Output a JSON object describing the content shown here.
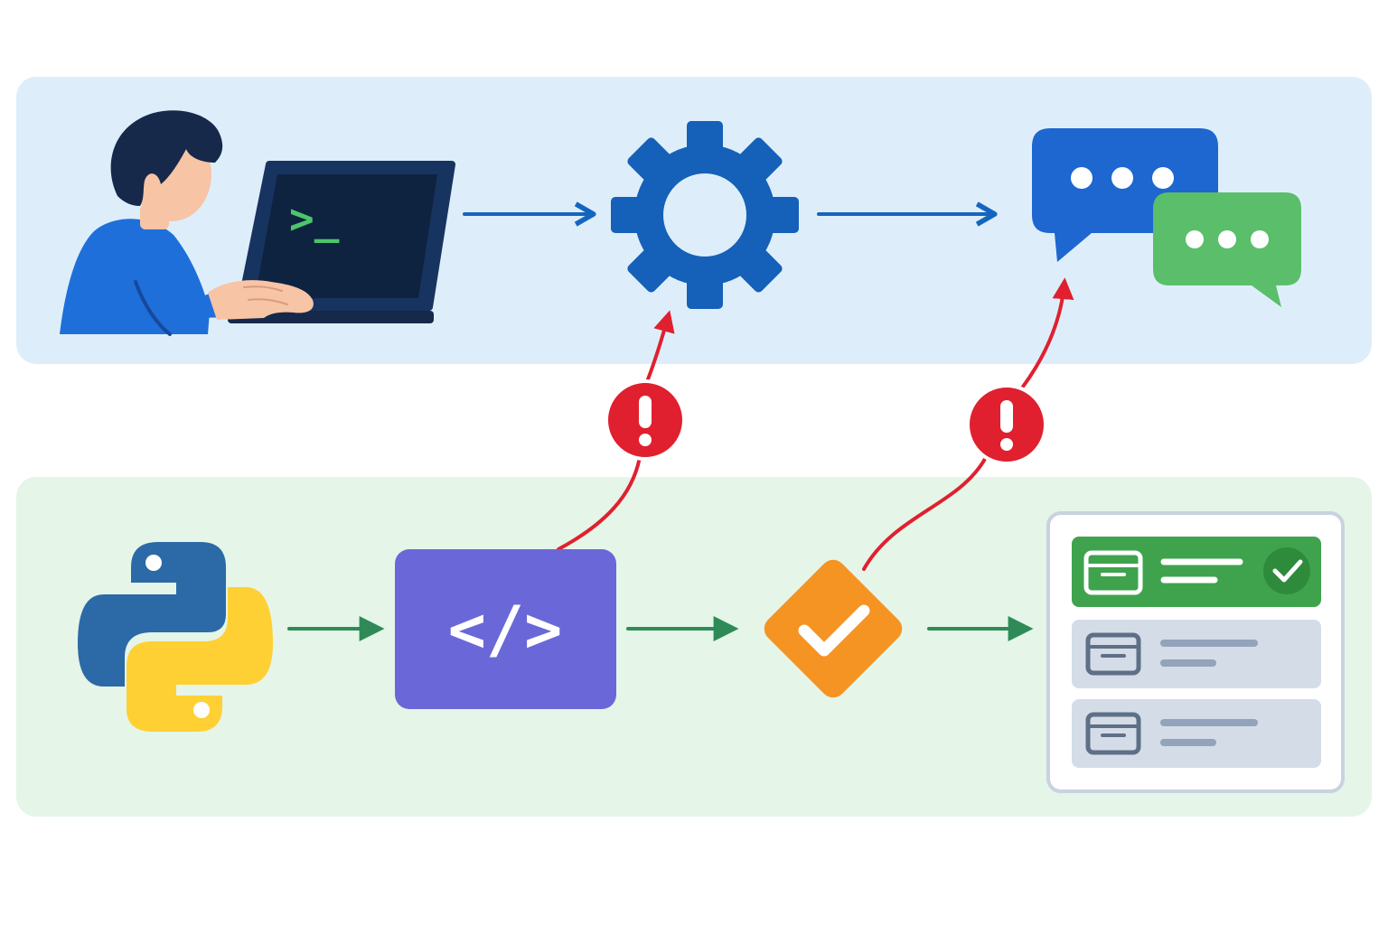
{
  "diagram": {
    "top_lane": {
      "steps": [
        {
          "id": "user",
          "icon": "user-at-laptop-icon"
        },
        {
          "id": "processing",
          "icon": "gear-icon"
        },
        {
          "id": "chat",
          "icon": "chat-bubbles-icon"
        }
      ],
      "terminal_prompt": ">_",
      "color": "#1565C0"
    },
    "bottom_lane": {
      "steps": [
        {
          "id": "python",
          "icon": "python-logo-icon"
        },
        {
          "id": "code",
          "icon": "code-icon",
          "label": "</>"
        },
        {
          "id": "validate",
          "icon": "checkmark-diamond-icon"
        },
        {
          "id": "results",
          "icon": "result-list-icon"
        }
      ],
      "color": "#2E8B57"
    },
    "alerts": [
      {
        "id": "alert-processing",
        "icon": "exclamation-icon"
      },
      {
        "id": "alert-chat",
        "icon": "exclamation-icon"
      }
    ],
    "colors": {
      "top_panel": "#DDEEFA",
      "bottom_panel": "#E5F5E8",
      "alert": "#E0202F",
      "code_box": "#6A68D8",
      "check_diamond": "#F59323",
      "chat_primary": "#1E66D0",
      "chat_secondary": "#5BBE6A",
      "list_highlight": "#3FA34D"
    }
  }
}
